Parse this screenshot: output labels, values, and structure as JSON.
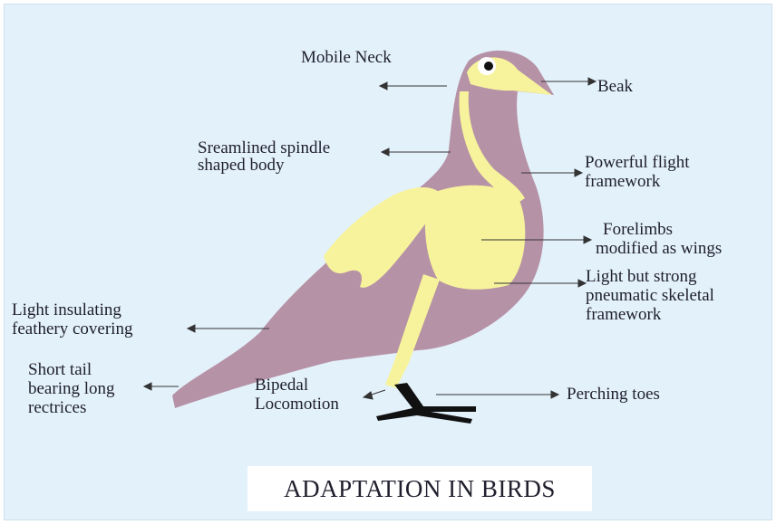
{
  "title": "ADAPTATION IN BIRDS",
  "colors": {
    "background": "#e3f1fb",
    "body": "#b692a6",
    "skeleton": "#f7f39c",
    "feet": "#111111",
    "text": "#1f1f2e"
  },
  "labels": {
    "mobile_neck": "Mobile Neck",
    "beak": "Beak",
    "streamlined_body_1": "Sreamlined spindle",
    "streamlined_body_2": "shaped body",
    "powerful_flight_1": "Powerful flight",
    "powerful_flight_2": "framework",
    "forelimbs_1": "Forelimbs",
    "forelimbs_2": "modified as wings",
    "light_strong_1": "Light but strong",
    "light_strong_2": "pneumatic skeletal",
    "light_strong_3": "framework",
    "insulating_1": "Light insulating",
    "insulating_2": "feathery covering",
    "short_tail_1": "Short tail",
    "short_tail_2": "bearing long",
    "short_tail_3": "rectrices",
    "bipedal_1": "Bipedal",
    "bipedal_2": "Locomotion",
    "perching_toes": "Perching toes"
  }
}
